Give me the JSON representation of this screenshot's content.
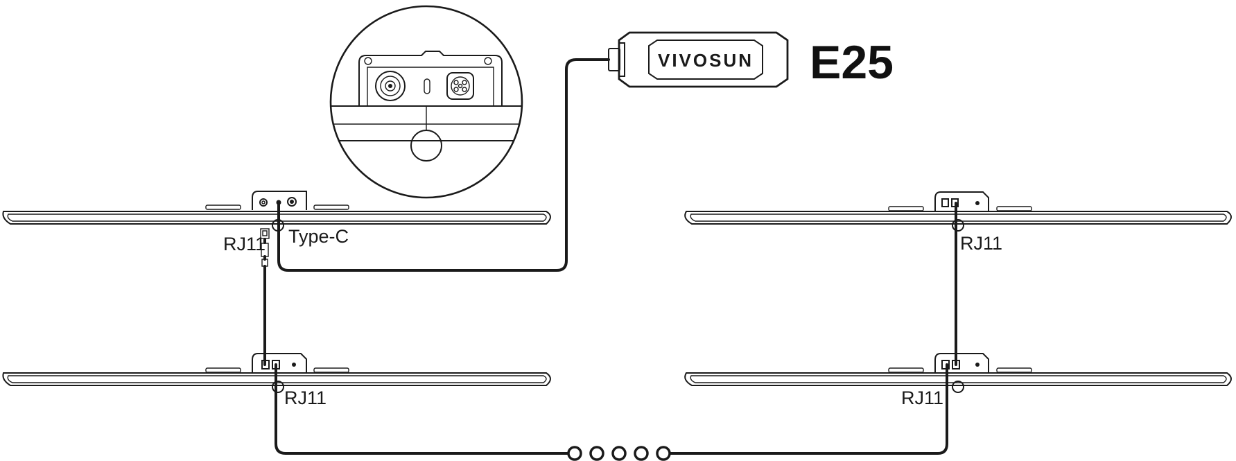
{
  "device": {
    "brand": "VIVOSUN",
    "model": "E25"
  },
  "labels": {
    "type_c": "Type-C",
    "rj11_top_left": "RJ11",
    "rj11_top_right": "RJ11",
    "rj11_bottom_left": "RJ11",
    "rj11_bottom_right": "RJ11"
  },
  "chain": {
    "link_count": 5
  },
  "colors": {
    "stroke": "#1a1a1a",
    "background": "#ffffff"
  }
}
